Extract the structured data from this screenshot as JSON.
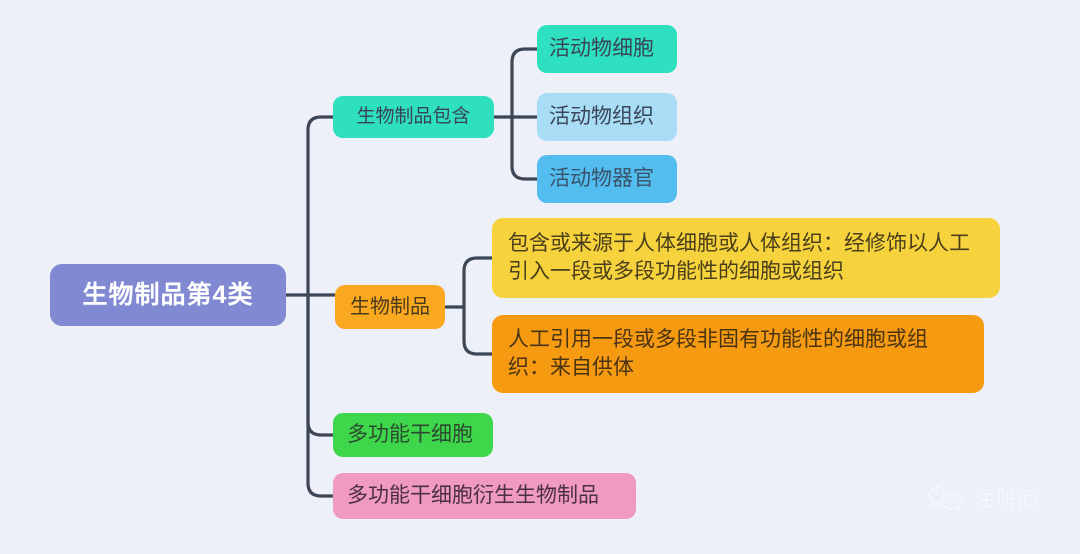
{
  "canvas": {
    "background_color": "#edf0f9",
    "connector_color": "#3d4654"
  },
  "mindmap": {
    "root": {
      "label": "生物制品第4类",
      "color": "#8189d2",
      "text_color": "#ffffff"
    },
    "branches": [
      {
        "label": "生物制品包含",
        "color": "#2fe0bf",
        "children": [
          {
            "label": "活动物细胞",
            "color": "#2ee0c0"
          },
          {
            "label": "活动物组织",
            "color": "#a9ddf6"
          },
          {
            "label": "活动物器官",
            "color": "#54bdf0"
          }
        ]
      },
      {
        "label": "生物制品",
        "color": "#f9a820",
        "children": [
          {
            "label": "包含或来源于人体细胞或人体组织：经修饰以人工引入一段或多段功能性的细胞或组织",
            "color": "#f6d23c"
          },
          {
            "label": "人工引用一段或多段非固有功能性的细胞或组织：来自供体",
            "color": "#f59a11"
          }
        ]
      },
      {
        "label": "多功能干细胞",
        "color": "#3ed64a",
        "children": []
      },
      {
        "label": "多功能干细胞衍生生物制品",
        "color": "#f09ac0",
        "children": []
      }
    ]
  },
  "watermark": {
    "icon": "wechat-icon",
    "text": "注册圈"
  }
}
